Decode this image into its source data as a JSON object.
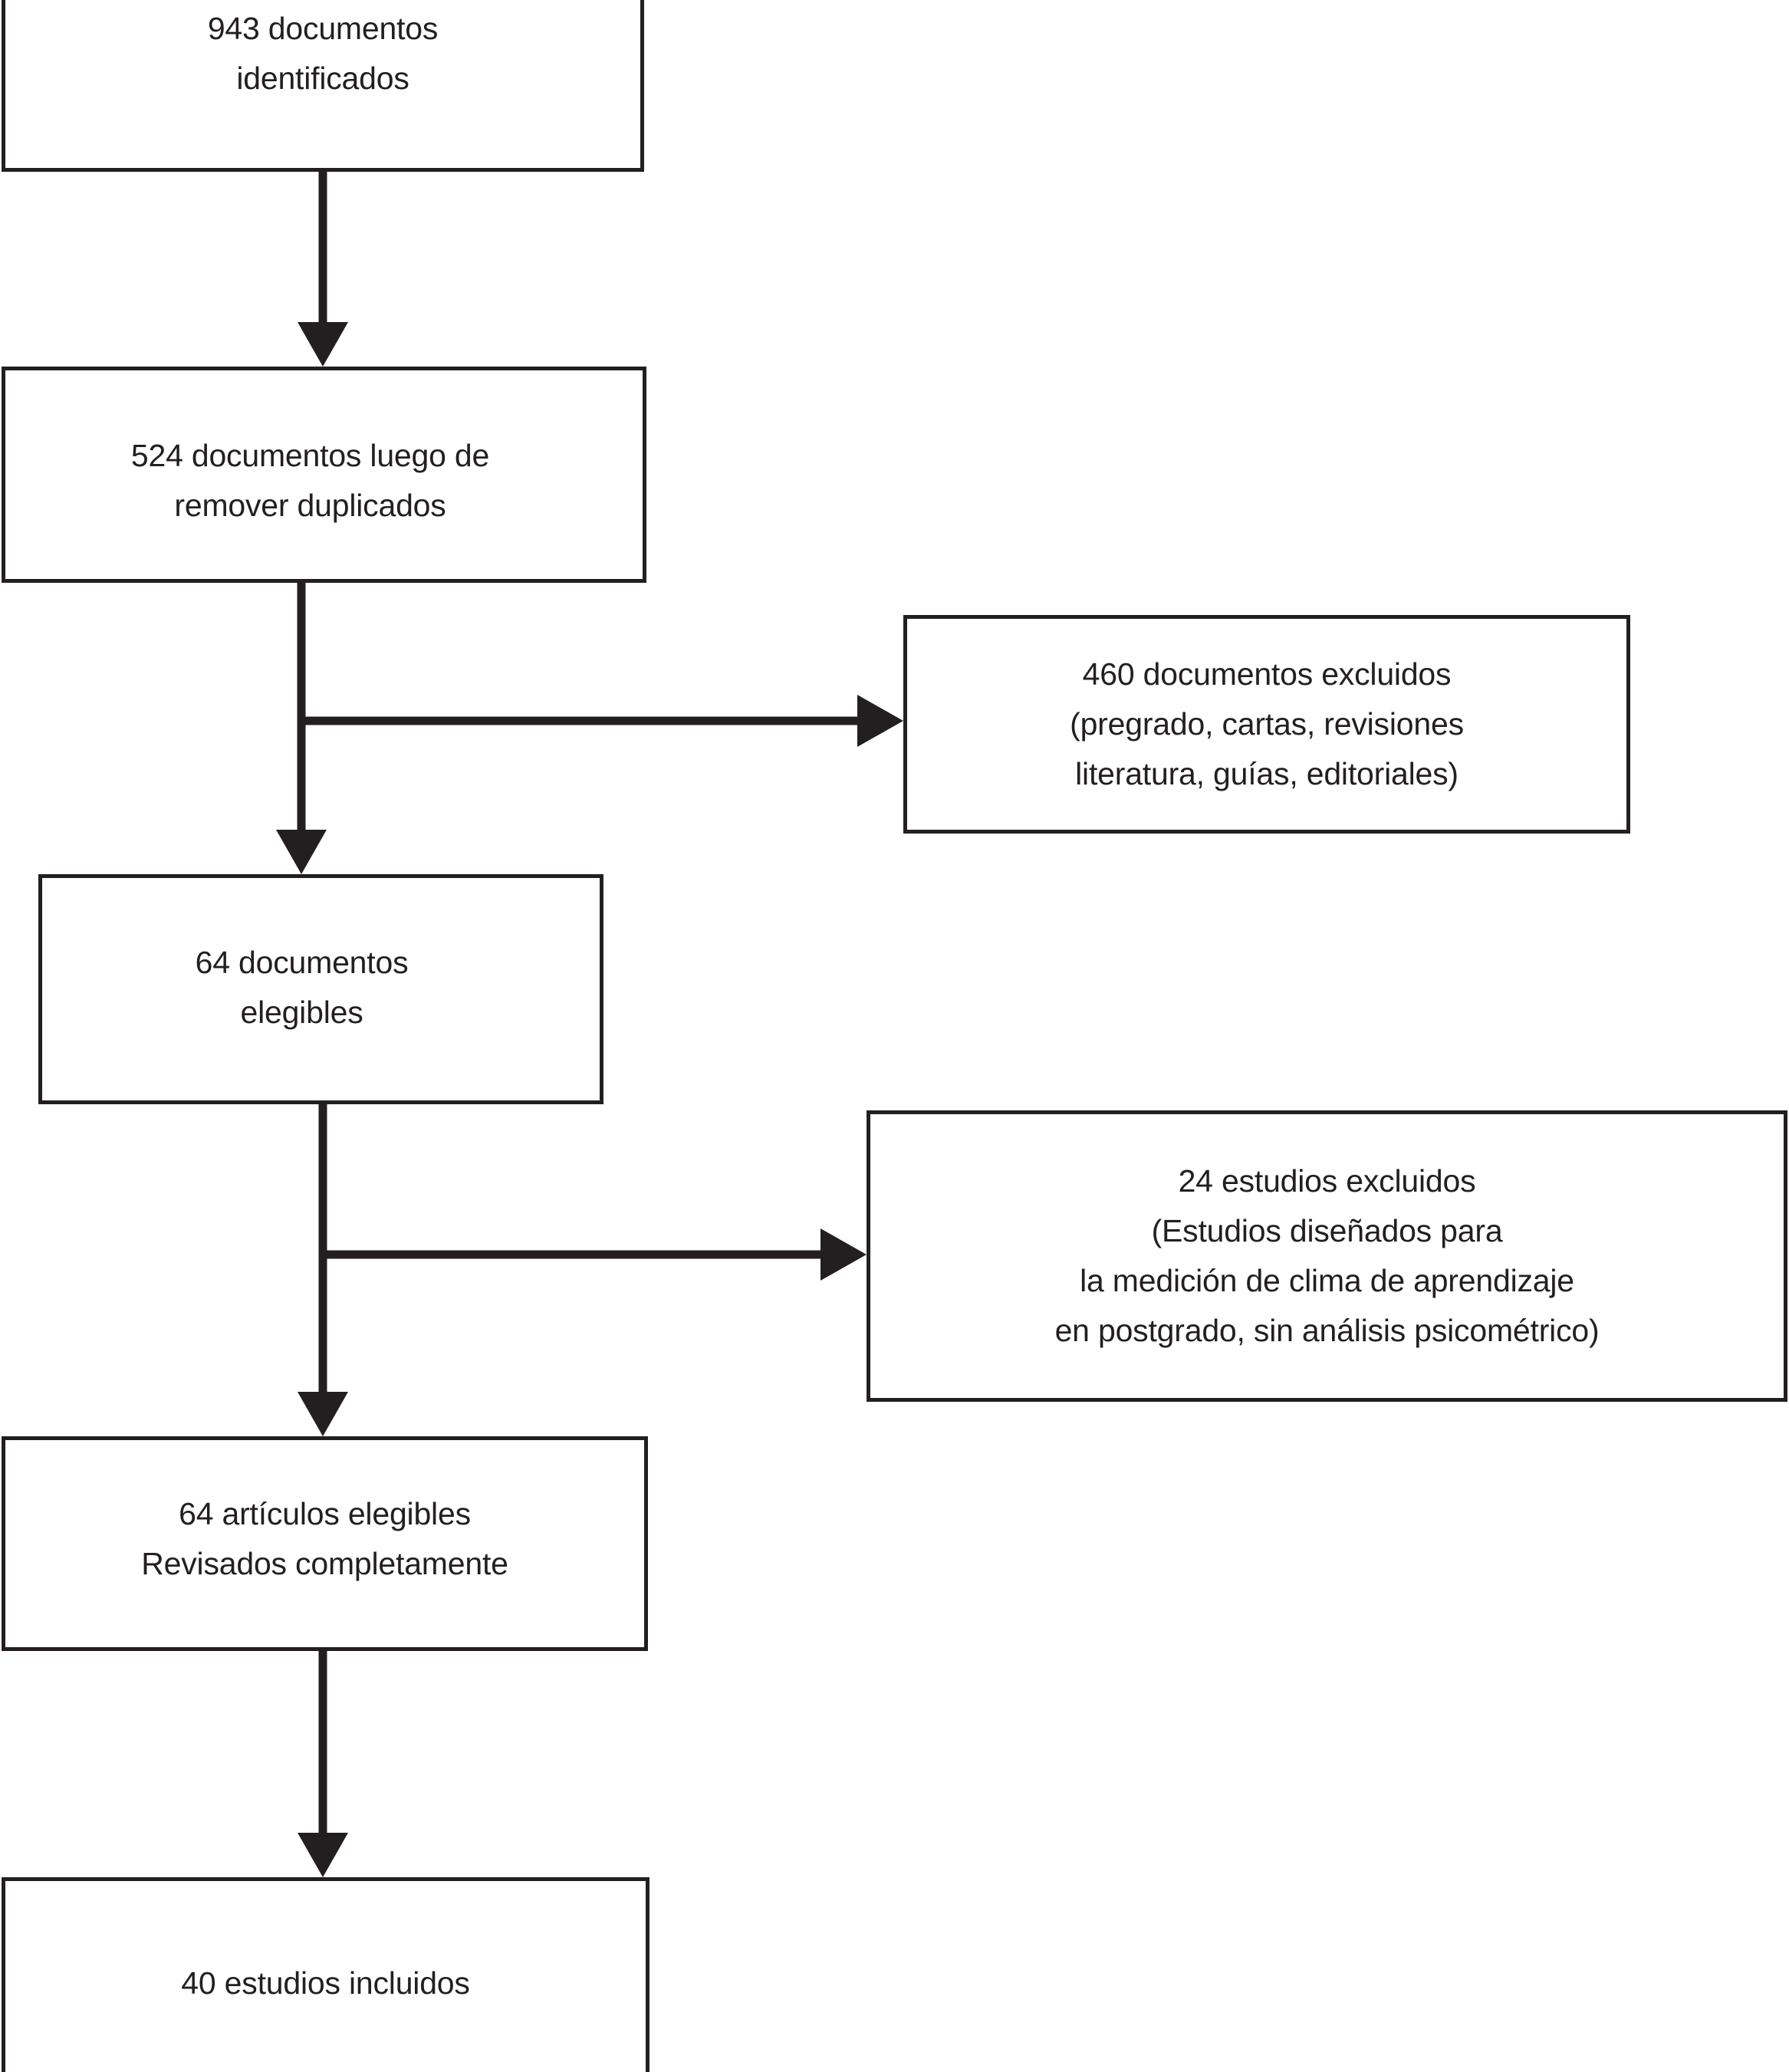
{
  "diagram": {
    "type": "prisma-flowchart",
    "language": "es",
    "stroke_color": "#231f20",
    "background_color": "#ffffff",
    "nodes": [
      {
        "id": "identified",
        "name": "documentos-identificados",
        "count": 943,
        "text": "943 documentos\nidentificados"
      },
      {
        "id": "deduplicated",
        "name": "documentos-luego-de-remover-duplicados",
        "count": 524,
        "text": "524 documentos luego de\nremover duplicados"
      },
      {
        "id": "excluded_1",
        "name": "documentos-excluidos",
        "count": 460,
        "text": "460 documentos excluidos\n(pregrado, cartas, revisiones\nliteratura, guías, editoriales)"
      },
      {
        "id": "eligible",
        "name": "documentos-elegibles",
        "count": 64,
        "text": "64 documentos\nelegibles"
      },
      {
        "id": "excluded_2",
        "name": "estudios-excluidos",
        "count": 24,
        "text": "24 estudios excluidos\n(Estudios diseñados para\nla medición de clima de aprendizaje\nen postgrado, sin análisis psicométrico)"
      },
      {
        "id": "fulltext",
        "name": "articulos-elegibles-revisados",
        "count": 64,
        "text": "64 artículos elegibles\nRevisados completamente"
      },
      {
        "id": "included",
        "name": "estudios-incluidos",
        "count": 40,
        "text": "40 estudios incluidos"
      }
    ],
    "edges": [
      {
        "from": "identified",
        "to": "deduplicated",
        "direction": "down"
      },
      {
        "from": "deduplicated",
        "to": "excluded_1",
        "direction": "right"
      },
      {
        "from": "deduplicated",
        "to": "eligible",
        "direction": "down"
      },
      {
        "from": "eligible",
        "to": "excluded_2",
        "direction": "right"
      },
      {
        "from": "eligible",
        "to": "fulltext",
        "direction": "down"
      },
      {
        "from": "fulltext",
        "to": "included",
        "direction": "down"
      }
    ]
  }
}
